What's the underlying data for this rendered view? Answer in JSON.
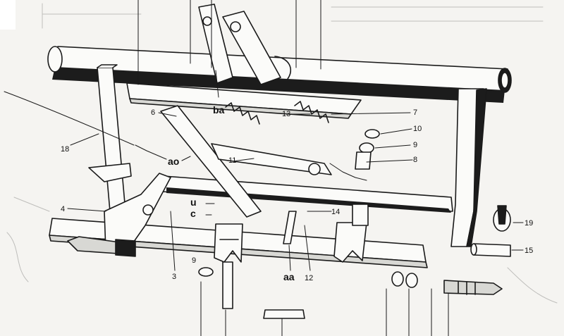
{
  "callouts": [
    {
      "id": "c-18",
      "text": "18"
    },
    {
      "id": "c-6",
      "text": "6"
    },
    {
      "id": "c-ba",
      "text": "ba"
    },
    {
      "id": "c-13",
      "text": "13"
    },
    {
      "id": "c-7",
      "text": "7"
    },
    {
      "id": "c-10",
      "text": "10"
    },
    {
      "id": "c-9a",
      "text": "9"
    },
    {
      "id": "c-8",
      "text": "8"
    },
    {
      "id": "c-11",
      "text": "11"
    },
    {
      "id": "c-ao",
      "text": "ao"
    },
    {
      "id": "c-4",
      "text": "4"
    },
    {
      "id": "c-u",
      "text": "u"
    },
    {
      "id": "c-c",
      "text": "c"
    },
    {
      "id": "c-14",
      "text": "14"
    },
    {
      "id": "c-19",
      "text": "19"
    },
    {
      "id": "c-15",
      "text": "15"
    },
    {
      "id": "c-3",
      "text": "3"
    },
    {
      "id": "c-9b",
      "text": "9"
    },
    {
      "id": "c-aa",
      "text": "aa"
    },
    {
      "id": "c-12",
      "text": "12"
    }
  ]
}
